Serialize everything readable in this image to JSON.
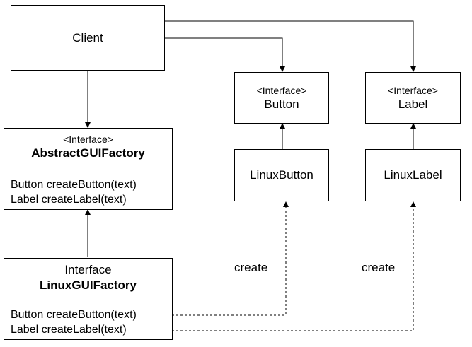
{
  "client": {
    "label": "Client"
  },
  "button_interface": {
    "stereotype": "<Interface>",
    "name": "Button"
  },
  "label_interface": {
    "stereotype": "<Interface>",
    "name": "Label"
  },
  "abstract_factory": {
    "stereotype": "<Interface>",
    "name": "AbstractGUIFactory",
    "methods": [
      "Button createButton(text)",
      "Label createLabel(text)"
    ]
  },
  "linux_button": {
    "name": "LinuxButton"
  },
  "linux_label": {
    "name": "LinuxLabel"
  },
  "linux_factory": {
    "stereotype": "Interface",
    "name": "LinuxGUIFactory",
    "methods": [
      "Button createButton(text)",
      "Label createLabel(text)"
    ]
  },
  "edges": {
    "create_button_label": "create",
    "create_label_label": "create"
  }
}
